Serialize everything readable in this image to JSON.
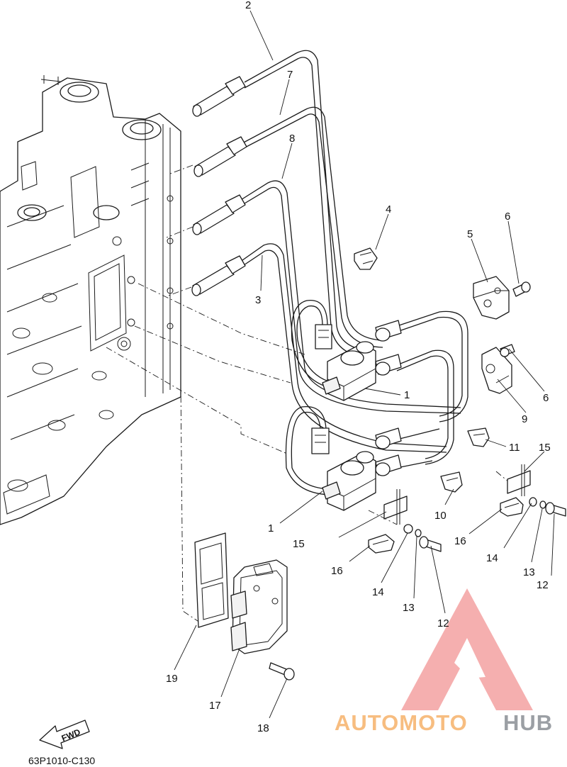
{
  "diagram": {
    "callouts": [
      {
        "id": "c2",
        "text": "2"
      },
      {
        "id": "c7",
        "text": "7"
      },
      {
        "id": "c8",
        "text": "8"
      },
      {
        "id": "c4",
        "text": "4"
      },
      {
        "id": "c5",
        "text": "5"
      },
      {
        "id": "c6a",
        "text": "6"
      },
      {
        "id": "c3",
        "text": "3"
      },
      {
        "id": "c1a",
        "text": "1"
      },
      {
        "id": "c6b",
        "text": "6"
      },
      {
        "id": "c9",
        "text": "9"
      },
      {
        "id": "c11",
        "text": "11"
      },
      {
        "id": "c15a",
        "text": "15"
      },
      {
        "id": "c10",
        "text": "10"
      },
      {
        "id": "c1b",
        "text": "1"
      },
      {
        "id": "c16a",
        "text": "16"
      },
      {
        "id": "c15b",
        "text": "15"
      },
      {
        "id": "c14a",
        "text": "14"
      },
      {
        "id": "c13a",
        "text": "13"
      },
      {
        "id": "c12a",
        "text": "12"
      },
      {
        "id": "c16b",
        "text": "16"
      },
      {
        "id": "c14b",
        "text": "14"
      },
      {
        "id": "c13b",
        "text": "13"
      },
      {
        "id": "c12b",
        "text": "12"
      },
      {
        "id": "c19",
        "text": "19"
      },
      {
        "id": "c17",
        "text": "17"
      },
      {
        "id": "c18",
        "text": "18"
      }
    ],
    "fwd_label": "FWD",
    "drawing_code": "63P1010-C130"
  },
  "watermark": {
    "brand_part1": "AUTOMOTO",
    "brand_part2": "HUB",
    "colors": {
      "orange": "#f6b26b",
      "gray": "#8a8f95",
      "red": "#f08a8a"
    }
  }
}
